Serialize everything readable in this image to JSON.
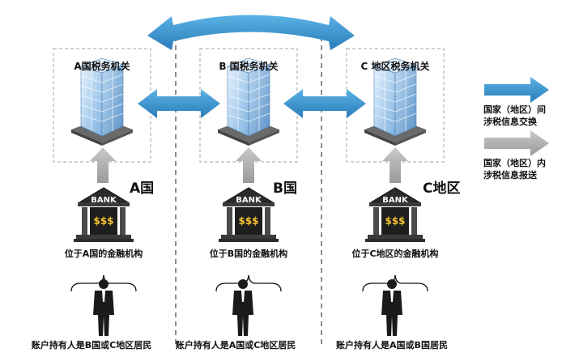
{
  "offices": [
    {
      "title": "A国税务机关",
      "country": "A国",
      "institution": "位于A国的金融机构",
      "holders": "账户持有人是B国或C地区居民"
    },
    {
      "title": "B 国税务机关",
      "country": "B国",
      "institution": "位于B国的金融机构",
      "holders": "账户持有人是A国或C地区居民"
    },
    {
      "title": "C 地区税务机关",
      "country": "C地区",
      "institution": "位于C地区的金融机构",
      "holders": "账户持有人是A国或B国居民"
    }
  ],
  "bank_sign": "BANK",
  "bank_money": "$$$",
  "legend": {
    "international_line1": "国家（地区）间",
    "international_line2": "涉税信息交换",
    "domestic_line1": "国家（地区）内",
    "domestic_line2": "涉税信息报送"
  },
  "colors": {
    "international_arrow": "#3a8fc7",
    "domestic_arrow": "#a8a8a8",
    "dashed_box": "#b5b5b5"
  }
}
